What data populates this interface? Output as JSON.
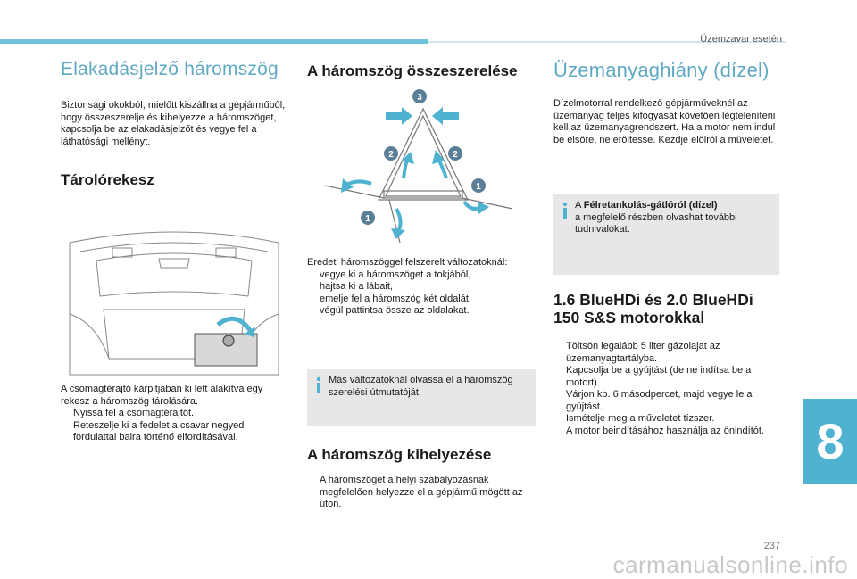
{
  "header": {
    "section": "Üzemzavar esetén"
  },
  "col1": {
    "title": "Elakadásjelző háromszög",
    "intro": "Biztonsági okokból, mielőtt kiszállna a gépjárműből, hogy összeszerelje és kihelyezze a háromszöget, kapcsolja be az elakadásjelzőt és vegye fel a láthatósági mellényt.",
    "storage_title": "Tárolórekesz",
    "storage_text": "A csomagtérajtó kárpitjában ki lett alakítva egy rekesz a háromszög tárolására.",
    "storage_bullets": [
      "Nyissa fel a csomagtérajtót.",
      "Reteszelje ki a fedelet a csavar negyed fordulattal balra történő elfordításával."
    ]
  },
  "col2": {
    "assembly_title": "A háromszög összeszerelése",
    "callouts": [
      "3",
      "2",
      "2",
      "1",
      "1"
    ],
    "assembly_text": "Eredeti háromszöggel felszerelt változatoknál:",
    "assembly_bullets": [
      "vegye ki a háromszöget a tokjából,",
      "hajtsa ki a lábait,",
      "emelje fel a háromszög két oldalát,",
      "végül pattintsa össze az oldalakat."
    ],
    "info_text": "Más változatoknál olvassa el a háromszög szerelési útmutatóját.",
    "placement_title": "A háromszög kihelyezése",
    "placement_bullets": [
      "A háromszöget a helyi szabályozásnak megfelelően helyezze el a gépjármű mögött az úton."
    ]
  },
  "col3": {
    "fuel_title": "Üzemanyaghiány (dízel)",
    "fuel_text": "Dízelmotorral rendelkező gépjárműveknél az üzemanyag teljes kifogyását követően légteleníteni kell az üzemanyagrendszert. Ha a motor nem indul be elsőre, ne erőltesse. Kezdje elölről a műveletet.",
    "info_prefix": "A ",
    "info_bold": "Félretankolás-gátlóról (dízel)",
    "info_rest": "a megfelelő részben olvashat további tudnivalókat.",
    "engine_title_line1": "1.6 BlueHDi és 2.0 BlueHDi",
    "engine_title_line2": "150 S&S motorokkal",
    "engine_bullets": [
      "Töltsön legalább 5 liter gázolajat az üzemanyagtartályba.",
      "Kapcsolja be a gyújtást (de ne indítsa be a motort).",
      "Várjon kb. 6 másodpercet, majd vegye le a gyújtást.",
      "Ismételje meg a műveletet tízszer.",
      "A motor beindításához használja az önindítót."
    ]
  },
  "footer": {
    "chapter": "8",
    "page": "237",
    "watermark": "carmanualsonline.info"
  },
  "bullet_marker": "",
  "colors": {
    "accent": "#4fb2d0",
    "title": "#5fa9c3",
    "infobox": "#e7e7e7"
  }
}
